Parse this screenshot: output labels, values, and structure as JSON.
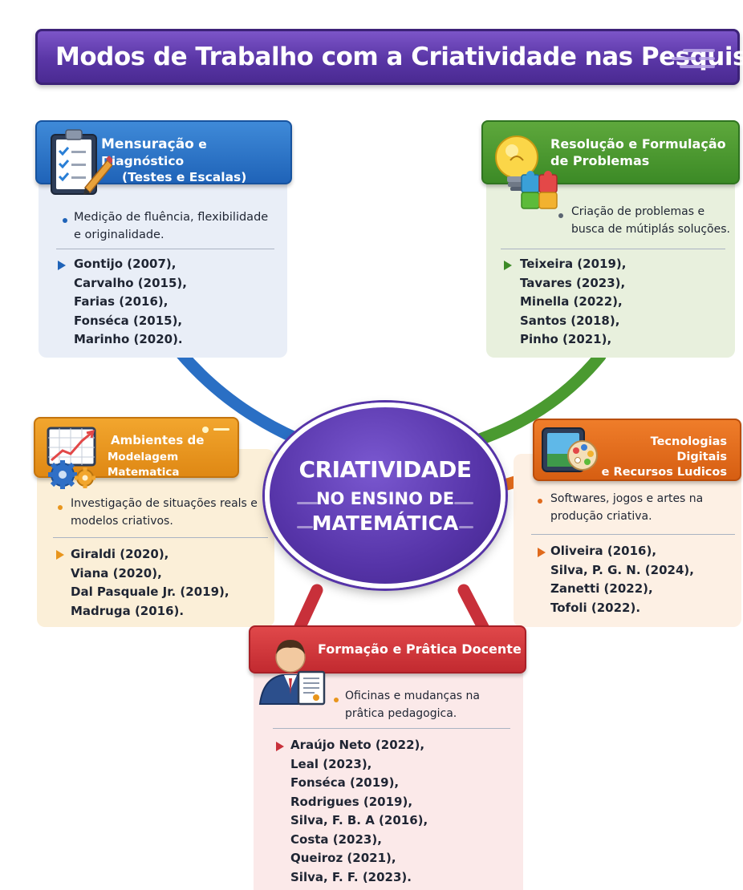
{
  "title": "Modos de Trabalho com a Criatividade nas Pesquisas",
  "center": {
    "line1": "CRIATIVIDADE",
    "line2": "NO ENSINO DE",
    "line3": "MATEMÁTICA"
  },
  "colors": {
    "purple": "#5634a8",
    "blue": "#1f63b8",
    "green": "#3c8a26",
    "orange": "#e8951c",
    "dark_orange": "#e06a1c",
    "red": "#c8303a"
  },
  "cards": {
    "measurement": {
      "title_line1_a": "Mensuração",
      "title_line1_b": " e Diagnóstico",
      "title_line2": "(Testes e Escalas)",
      "icon": "clipboard-checklist-icon",
      "description": "Medição de fluência, flexibilidade e originalidade.",
      "references": [
        "Gontijo (2007),",
        "Carvalho (2015),",
        "Farias (2016),",
        "Fonséca (2015),",
        "Marinho (2020)."
      ]
    },
    "problems": {
      "title_line1": "Resolução e Formulação",
      "title_line2": "de Problemas",
      "icon": "lightbulb-puzzle-icon",
      "description": "Criação de problemas e busca de mútiplás soluções.",
      "references": [
        "Teixeira (2019),",
        "Tavares (2023),",
        "Minella (2022),",
        "Santos (2018),",
        "Pinho (2021),"
      ]
    },
    "modeling": {
      "title_line1": "Ambientes de",
      "title_line2": "Modelagem Matematica",
      "icon": "chart-gears-icon",
      "description": "Investigação de situações reals e modelos criativos.",
      "references": [
        "Giraldi (2020),",
        "Viana (2020),",
        "Dal Pasquale Jr. (2019),",
        "Madruga (2016)."
      ]
    },
    "technology": {
      "title_line1": "Tecnologias Digitais",
      "title_line2": "e Recursos Ludicos",
      "icon": "tablet-palette-icon",
      "description": "Softwares, jogos e artes na produção criativa.",
      "references": [
        "Oliveira (2016),",
        "Silva, P. G. N. (2024),",
        "Zanetti (2022),",
        "Tofoli (2022)."
      ]
    },
    "teaching": {
      "title": "Formação e Prâtica Docente",
      "icon": "teacher-document-icon",
      "description": "Oficinas e mudanças na prâtica pedagogica.",
      "references": [
        "Araújo Neto (2022),",
        "Leal (2023),",
        "Fonséca (2019),",
        "Rodrigues (2019),",
        "Silva, F. B. A (2016),",
        "Costa (2023),",
        "Queiroz (2021),",
        "Silva, F. F. (2023)."
      ]
    }
  }
}
